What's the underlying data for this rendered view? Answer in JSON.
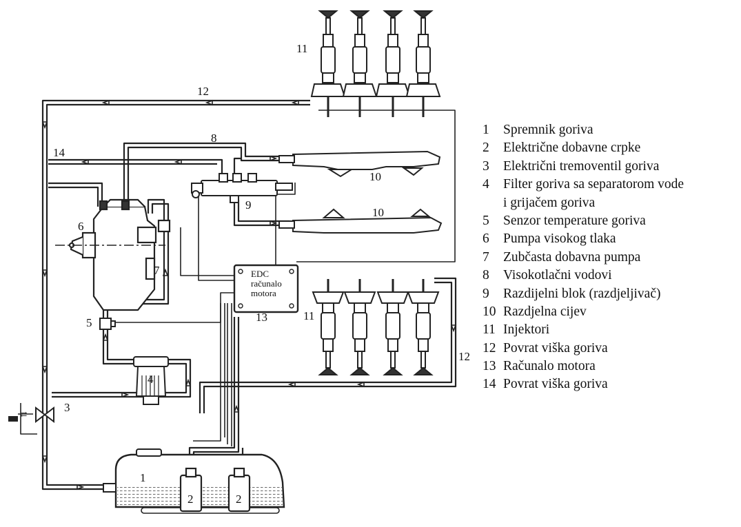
{
  "diagram": {
    "callouts": {
      "tank": "1",
      "pump_left": "2",
      "pump_right": "2",
      "solenoid_valve": "3",
      "filter": "4",
      "temp_sensor": "5",
      "high_pressure_pump": "6",
      "gear_pump": "7",
      "high_pressure_lines": "8",
      "distributor_block": "9",
      "rail_upper": "10",
      "rail_lower": "10",
      "injectors_upper": "11",
      "injectors_lower": "11",
      "return_upper": "12",
      "return_right": "12",
      "return_left": "14",
      "ecu": "13"
    },
    "ecu_text": [
      "EDC",
      "računalo",
      "motora"
    ]
  },
  "legend": [
    {
      "num": "1",
      "text": "Spremnik goriva"
    },
    {
      "num": "2",
      "text": "Električne dobavne crpke"
    },
    {
      "num": "3",
      "text": "Električni tremoventil goriva"
    },
    {
      "num": "4",
      "text": "Filter goriva sa separatorom vode"
    },
    {
      "num": "",
      "text": "i grijačem goriva"
    },
    {
      "num": "5",
      "text": "Senzor temperature goriva"
    },
    {
      "num": "6",
      "text": "Pumpa visokog tlaka"
    },
    {
      "num": "7",
      "text": "Zubčasta dobavna pumpa"
    },
    {
      "num": "8",
      "text": "Visokotlačni vodovi"
    },
    {
      "num": "9",
      "text": "Razdijelni blok (razdjeljivač)"
    },
    {
      "num": "10",
      "text": "Razdjelna cijev"
    },
    {
      "num": "11",
      "text": "Injektori"
    },
    {
      "num": "12",
      "text": "Povrat viška goriva"
    },
    {
      "num": "13",
      "text": "Računalo motora"
    },
    {
      "num": "14",
      "text": "Povrat viška goriva"
    }
  ]
}
